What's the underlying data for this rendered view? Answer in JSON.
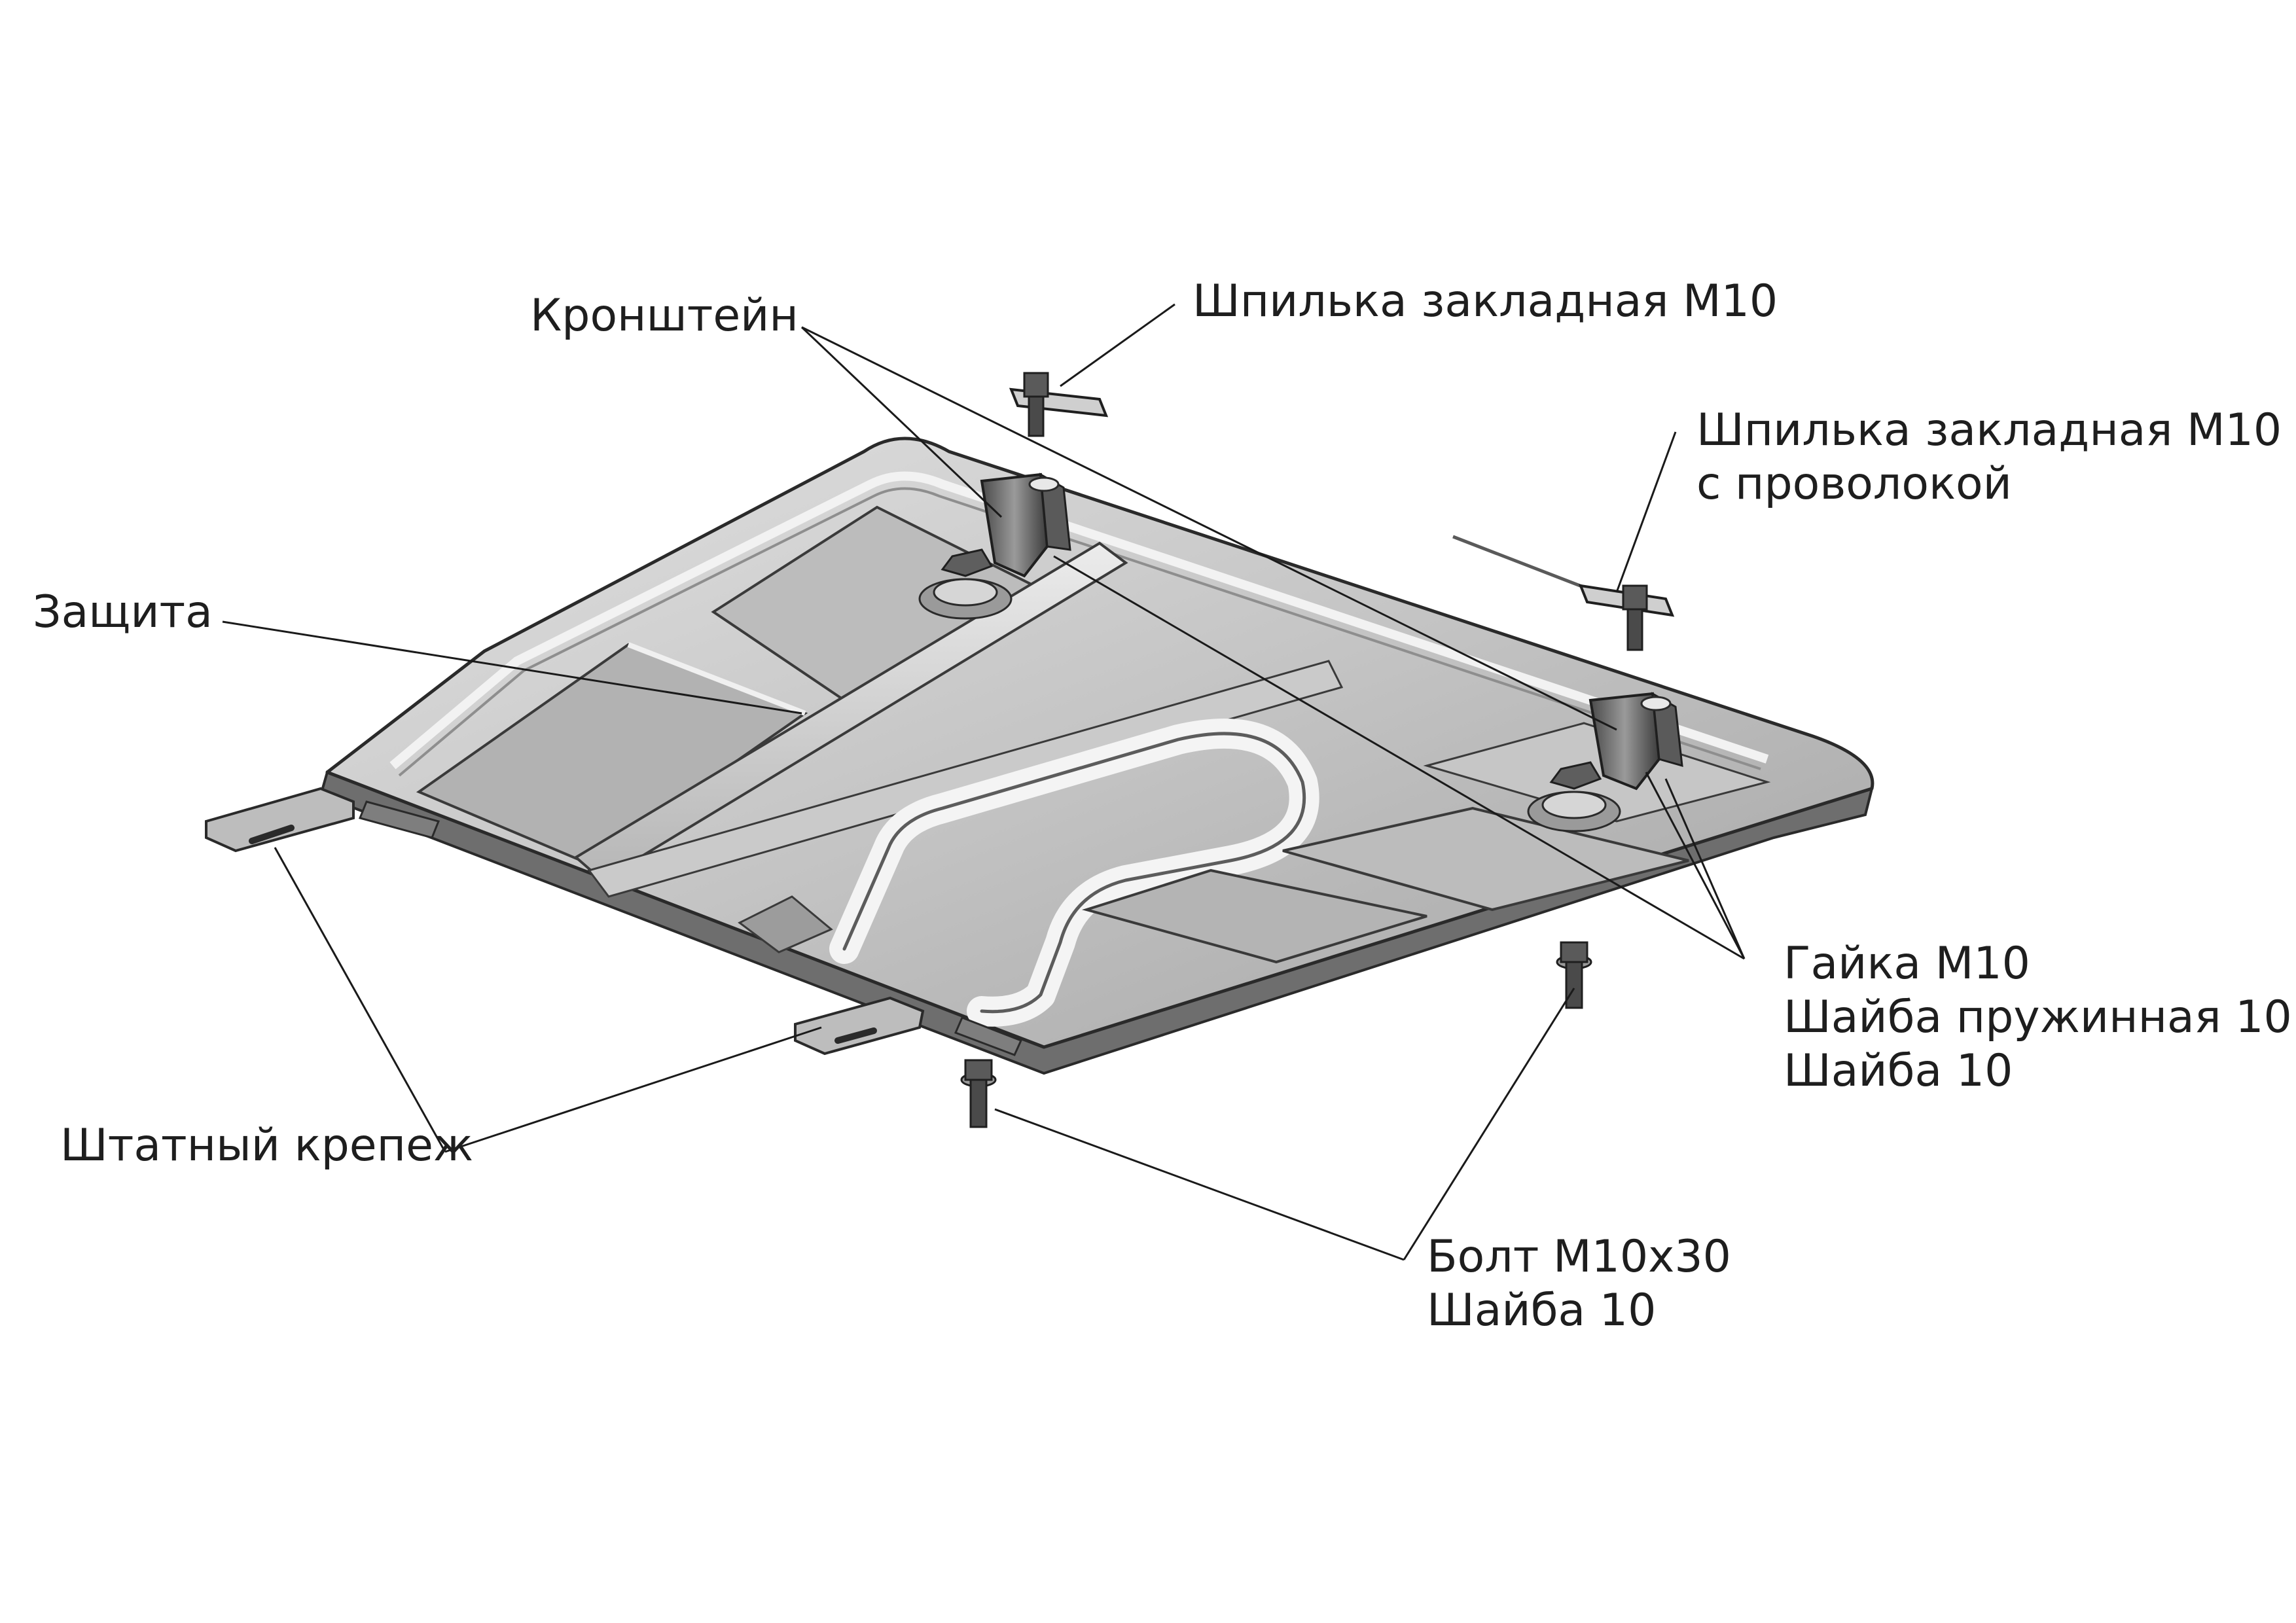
{
  "labels": {
    "bracket": "Кронштейн",
    "stud": "Шпилька закладная М10",
    "stud_wire_line1": "Шпилька закладная М10",
    "stud_wire_line2": "с проволокой",
    "guard": "Защита",
    "nut_line1": "Гайка М10",
    "nut_line2": "Шайба пружинная 10",
    "nut_line3": "Шайба 10",
    "standard_fasteners": "Штатный крепеж",
    "bolt_line1": "Болт М10х30",
    "bolt_line2": "Шайба 10"
  },
  "colors": {
    "plate_light": "#d4d4d4",
    "plate_mid": "#a8a8a8",
    "plate_dark": "#5a5a5a",
    "outline": "#2a2a2a",
    "text": "#1e1e1e"
  }
}
